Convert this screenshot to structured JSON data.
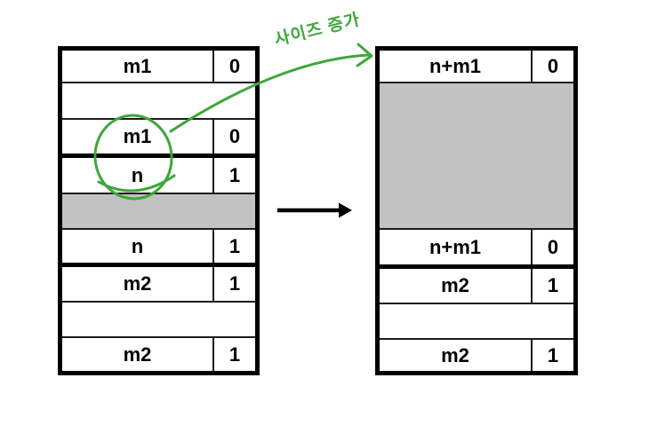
{
  "diagram": {
    "colors": {
      "border": "#000000",
      "gray_fill": "#c2c2c2",
      "annotation_green": "#3fa63b",
      "background": "#ffffff"
    },
    "annotation": {
      "label": "사이즈 증가"
    },
    "left_table": {
      "rows": [
        {
          "type": "cells",
          "label": "m1",
          "flag": "0"
        },
        {
          "type": "empty"
        },
        {
          "type": "cells",
          "label": "m1",
          "flag": "0"
        },
        {
          "type": "cells",
          "label": "n",
          "flag": "1"
        },
        {
          "type": "gray"
        },
        {
          "type": "cells",
          "label": "n",
          "flag": "1"
        },
        {
          "type": "cells",
          "label": "m2",
          "flag": "1"
        },
        {
          "type": "empty"
        },
        {
          "type": "cells",
          "label": "m2",
          "flag": "1"
        }
      ]
    },
    "right_table": {
      "rows": [
        {
          "type": "cells",
          "label": "n+m1",
          "flag": "0"
        },
        {
          "type": "gray"
        },
        {
          "type": "cells",
          "label": "n+m1",
          "flag": "0"
        },
        {
          "type": "cells",
          "label": "m2",
          "flag": "1"
        },
        {
          "type": "empty"
        },
        {
          "type": "cells",
          "label": "m2",
          "flag": "1"
        }
      ]
    }
  }
}
